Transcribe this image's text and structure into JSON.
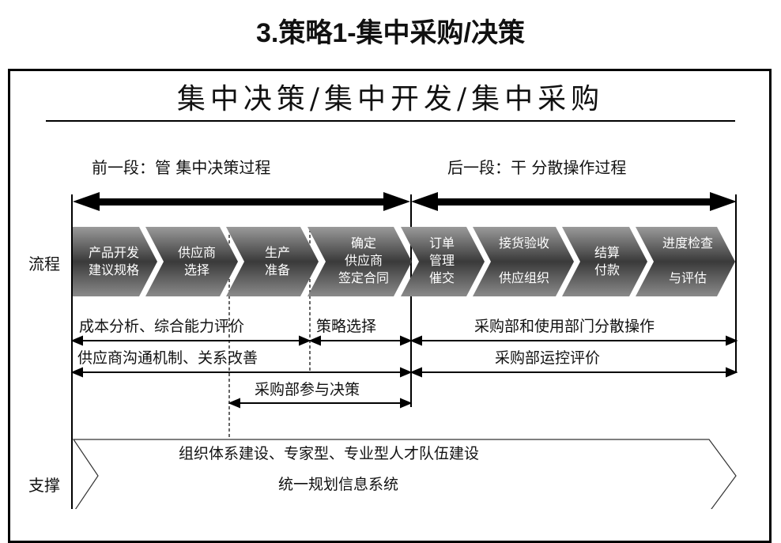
{
  "title": "3.策略1-集中采购/决策",
  "heading": "集中决策/集中开发/集中采购",
  "phases": {
    "front": "前一段：管 集中决策过程",
    "back": "后一段：干 分散操作过程"
  },
  "row_labels": {
    "process": "流程",
    "support": "支撑"
  },
  "steps": [
    {
      "line1": "产品开发",
      "line2": "建议规格",
      "line3": ""
    },
    {
      "line1": "供应商",
      "line2": "选择",
      "line3": ""
    },
    {
      "line1": "生产",
      "line2": "准备",
      "line3": ""
    },
    {
      "line1": "确定",
      "line2": "供应商",
      "line3": "签定合同"
    },
    {
      "line1": "订单",
      "line2": "管理",
      "line3": "催交"
    },
    {
      "line1": "接货验收",
      "line2": "",
      "line3": "供应组织"
    },
    {
      "line1": "结算",
      "line2": "付款",
      "line3": ""
    },
    {
      "line1": "进度检查",
      "line2": "",
      "line3": "与评估"
    }
  ],
  "spans": {
    "cost_analysis": "成本分析、综合能力评价",
    "strategy_select": "策略选择",
    "dept_ops": "采购部和使用部门分散操作",
    "supplier_comm": "供应商沟通机制、关系改善",
    "dept_eval": "采购部运控评价",
    "dept_decision": "采购部参与决策"
  },
  "support": {
    "org": "组织体系建设、专家型、专业型人才队伍建设",
    "it": "统一规划信息系统"
  },
  "colors": {
    "step_dark": "#3c3c3c",
    "step_light": "#a8a8a8",
    "line": "#000000"
  }
}
